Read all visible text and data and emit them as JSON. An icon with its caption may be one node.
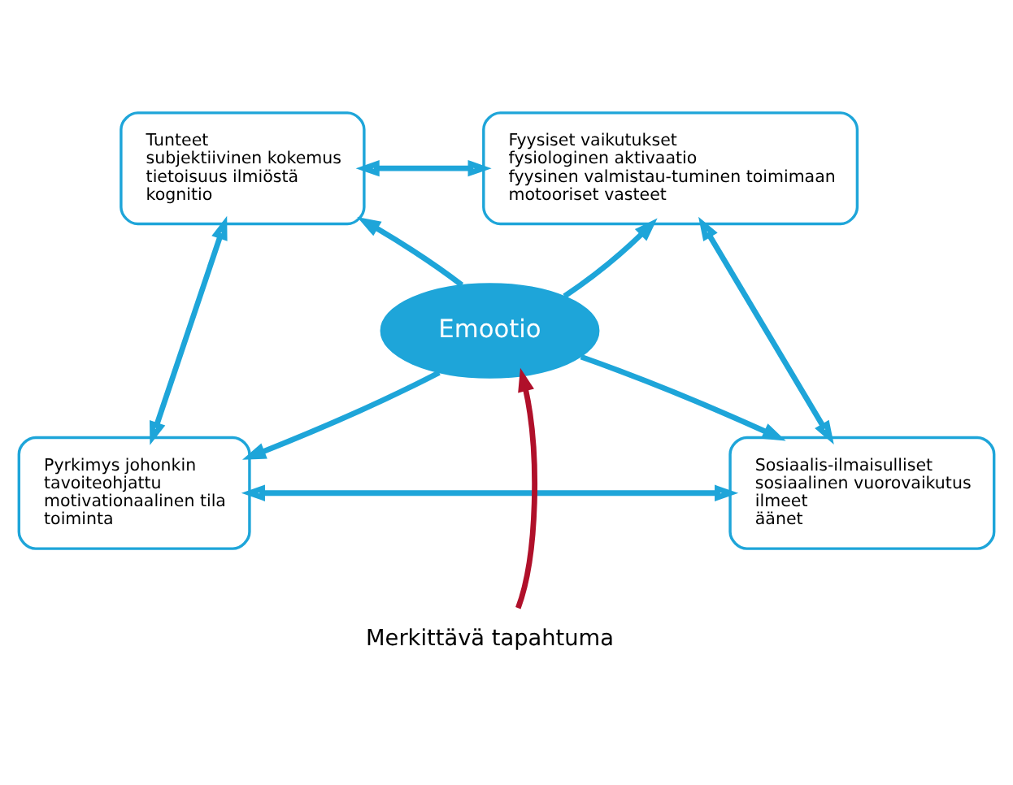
{
  "diagram": {
    "nodes": [
      {
        "text": [
          "Tunteet",
          "subjektiivinen kokemus",
          "tietoisuus ilmiöstä",
          "kognitio"
        ]
      },
      {
        "text": [
          "Fyysiset vaikutukset",
          "fysiologinen aktivaatio",
          "fyysinen valmistau-tuminen toimimaan",
          "motooriset vasteet"
        ]
      },
      {
        "text": [
          "Emootio"
        ]
      },
      {
        "text": [
          "Pyrkimys johonkin",
          "tavoiteohjattu",
          "motivationaalinen tila",
          "toiminta"
        ]
      },
      {
        "text": [
          "Sosiaalis-ilmaisulliset",
          "sosiaalinen vuorovaikutus",
          "ilmeet",
          "äänet"
        ]
      },
      {
        "text": [
          "Merkittävä tapahtuma"
        ]
      }
    ],
    "edges": [
      {
        "from": 0,
        "to": 1,
        "arrow": "both"
      },
      {
        "from": 0,
        "to": 3,
        "arrow": "both"
      },
      {
        "from": 1,
        "to": 4,
        "arrow": "both"
      },
      {
        "from": 3,
        "to": 4,
        "arrow": "both"
      },
      {
        "from": 2,
        "to": 0,
        "arrow": "to"
      },
      {
        "from": 2,
        "to": 1,
        "arrow": "to"
      },
      {
        "from": 2,
        "to": 3,
        "arrow": "to"
      },
      {
        "from": 2,
        "to": 4,
        "arrow": "to"
      },
      {
        "from": 5,
        "to": 2,
        "arrow": "to",
        "color": "#b0102a"
      }
    ]
  }
}
